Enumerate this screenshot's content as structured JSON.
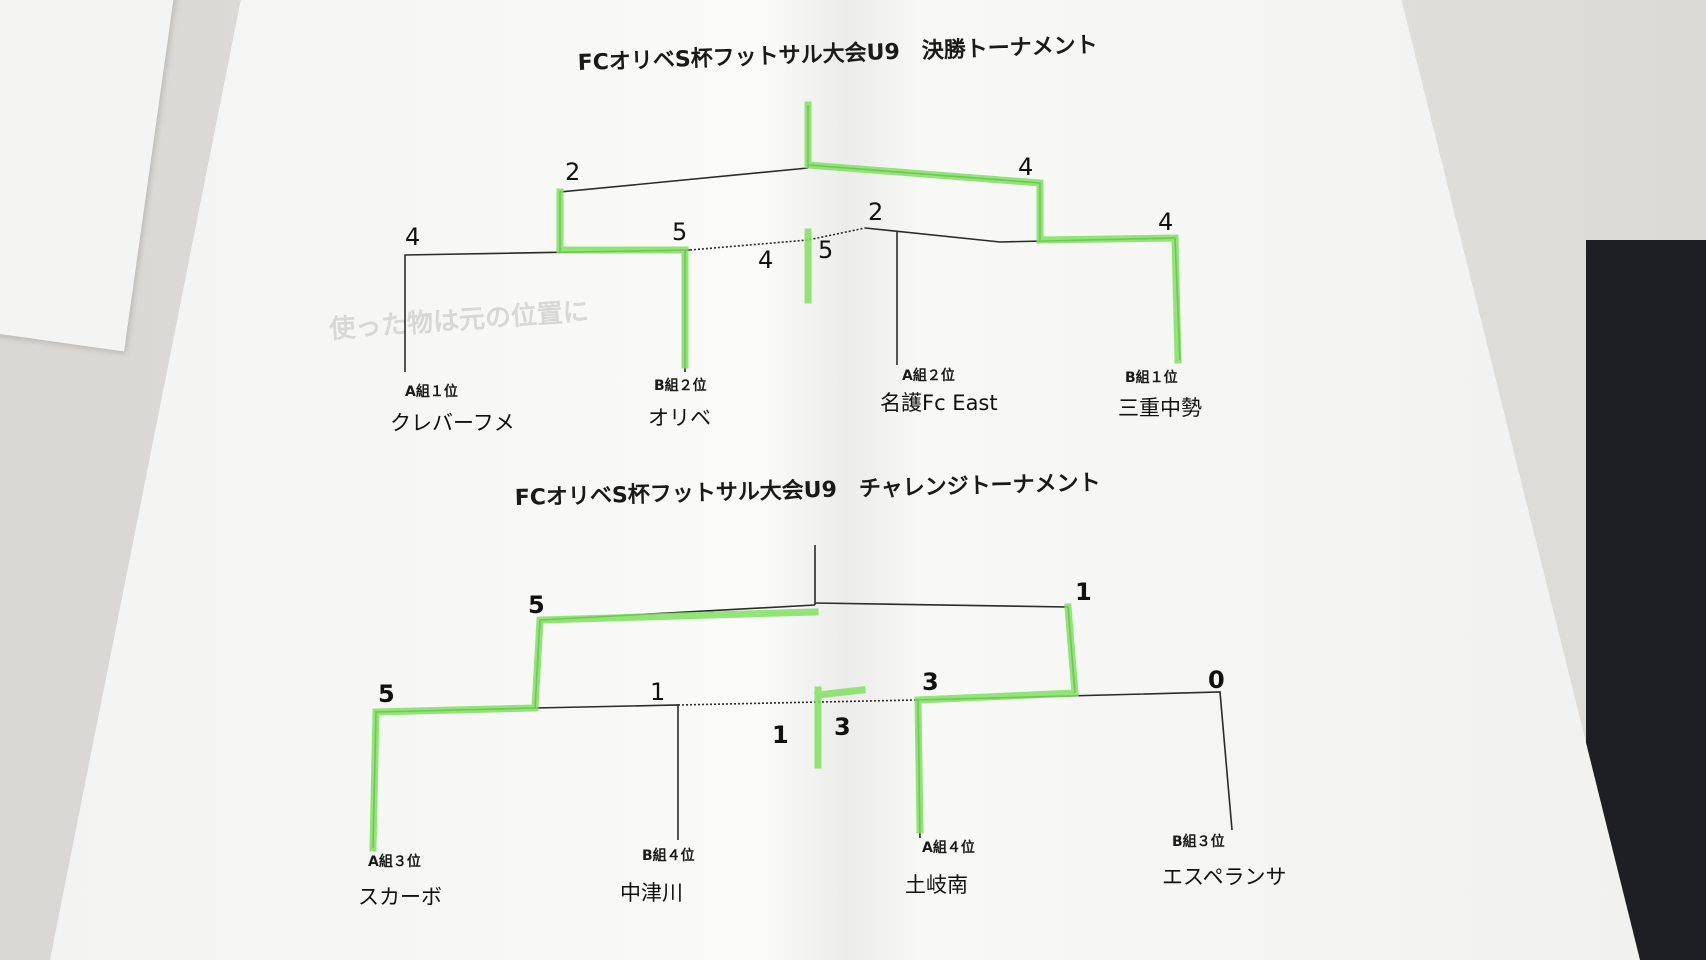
{
  "final_bracket": {
    "title": "FCオリベS杯フットサル大会U9　決勝トーナメント",
    "ghost_text": "使った物は元の位置に",
    "teams": [
      {
        "seed": "A組１位",
        "name": "クレバーフメ",
        "score": "4"
      },
      {
        "seed": "B組２位",
        "name": "オリベ",
        "score": "5"
      },
      {
        "seed": "A組２位",
        "name": "名護Fc East",
        "score": "2"
      },
      {
        "seed": "B組１位",
        "name": "三重中勢",
        "score": "4"
      }
    ],
    "semi_scores": {
      "left": "2",
      "right": "4"
    },
    "final_scores": {
      "left": "4",
      "right": "5"
    }
  },
  "challenge_bracket": {
    "title": "FCオリベS杯フットサル大会U9　チャレンジトーナメント",
    "teams": [
      {
        "seed": "A組３位",
        "name": "スカーボ",
        "score": "5"
      },
      {
        "seed": "B組４位",
        "name": "中津川",
        "score": "1"
      },
      {
        "seed": "A組４位",
        "name": "土岐南",
        "score": "3"
      },
      {
        "seed": "B組３位",
        "name": "エスペランサ",
        "score": "0"
      }
    ],
    "semi_scores": {
      "left": "5",
      "right": "1"
    },
    "final_scores": {
      "left": "1",
      "right": "3"
    }
  },
  "colors": {
    "highlight": "#7fe15f",
    "ink": "#2b2b2b",
    "paper": "#f6f6f4"
  }
}
